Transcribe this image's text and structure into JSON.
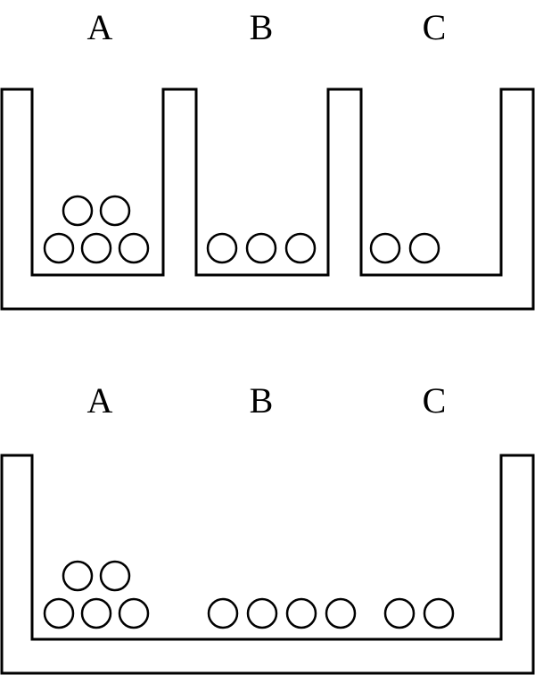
{
  "top_diagram": {
    "labels": [
      "A",
      "B",
      "C"
    ],
    "ball_counts": {
      "A": 5,
      "B": 3,
      "C": 2
    }
  },
  "bottom_diagram": {
    "labels": [
      "A",
      "B",
      "C"
    ],
    "ball_counts": {
      "A": 5,
      "B": 4,
      "C": 2
    }
  }
}
